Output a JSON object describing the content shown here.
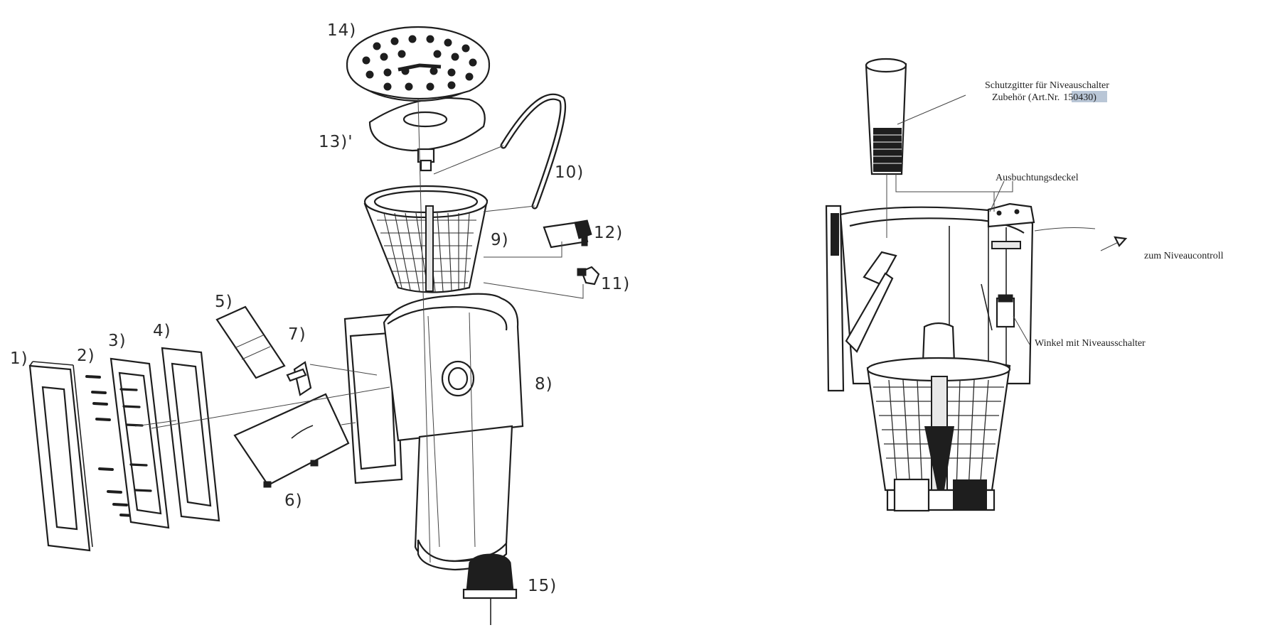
{
  "left_diagram": {
    "labels": {
      "p1": "1)",
      "p2": "2)",
      "p3": "3)",
      "p4": "4)",
      "p5": "5)",
      "p6": "6)",
      "p7": "7)",
      "p8": "8)",
      "p9": "9)",
      "p10": "10)",
      "p11": "11)",
      "p12": "12)",
      "p13": "13)'",
      "p14": "14)",
      "p15": "15)"
    }
  },
  "right_diagram": {
    "annotations": {
      "guard_line1": "Schutzgitter für Niveauschalter",
      "guard_line2_prefix": "Zubehör (Art.Nr.",
      "guard_article": "150430",
      "guard_line2_suffix": ")",
      "lid": "Ausbuchtungsdeckel",
      "controller": "zum Niveaucontroll",
      "switch": "Winkel mit Niveausschalter"
    }
  }
}
